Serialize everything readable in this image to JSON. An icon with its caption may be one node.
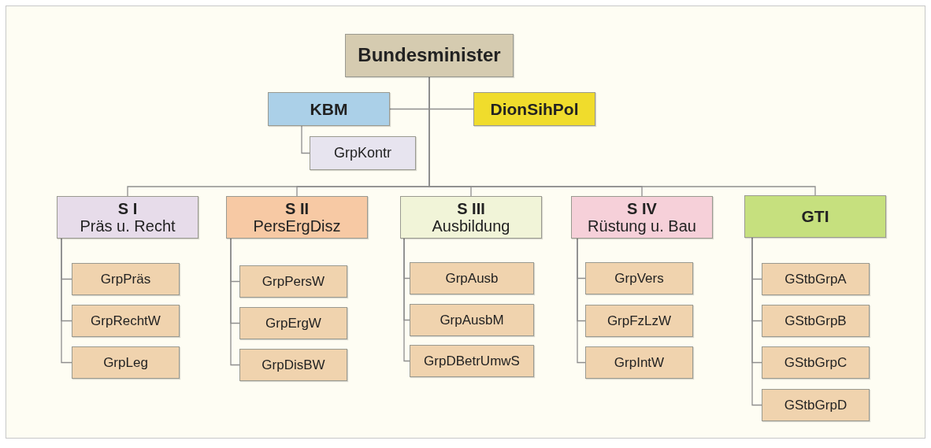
{
  "diagram": {
    "nodes": [
      {
        "text": [
          "Bundesminister"
        ]
      },
      {
        "text": [
          "KBM"
        ]
      },
      {
        "text": [
          "DionSihPol"
        ]
      },
      {
        "text": [
          "GrpKontr"
        ]
      },
      {
        "text": [
          "S I",
          "Präs u. Recht"
        ]
      },
      {
        "text": [
          "S II",
          "PersErgDisz"
        ]
      },
      {
        "text": [
          "S III",
          "Ausbildung"
        ]
      },
      {
        "text": [
          "S IV",
          "Rüstung u. Bau"
        ]
      },
      {
        "text": [
          "GTI"
        ]
      },
      {
        "text": [
          "GrpPräs"
        ]
      },
      {
        "text": [
          "GrpRechtW"
        ]
      },
      {
        "text": [
          "GrpLeg"
        ]
      },
      {
        "text": [
          "GrpPersW"
        ]
      },
      {
        "text": [
          "GrpErgW"
        ]
      },
      {
        "text": [
          "GrpDisBW"
        ]
      },
      {
        "text": [
          "GrpAusb"
        ]
      },
      {
        "text": [
          "GrpAusbM"
        ]
      },
      {
        "text": [
          "GrpDBetrUmwS"
        ]
      },
      {
        "text": [
          "GrpVers"
        ]
      },
      {
        "text": [
          "GrpFzLzW"
        ]
      },
      {
        "text": [
          "GrpIntW"
        ]
      },
      {
        "text": [
          "GStbGrpA"
        ]
      },
      {
        "text": [
          "GStbGrpB"
        ]
      },
      {
        "text": [
          "GStbGrpC"
        ]
      },
      {
        "text": [
          "GStbGrpD"
        ]
      }
    ],
    "edges": [
      {
        "from": 0,
        "to": 1,
        "arrow": "none"
      },
      {
        "from": 0,
        "to": 2,
        "arrow": "none"
      },
      {
        "from": 1,
        "to": 3,
        "arrow": "none"
      },
      {
        "from": 0,
        "to": 4,
        "arrow": "none"
      },
      {
        "from": 0,
        "to": 5,
        "arrow": "none"
      },
      {
        "from": 0,
        "to": 6,
        "arrow": "none"
      },
      {
        "from": 0,
        "to": 7,
        "arrow": "none"
      },
      {
        "from": 0,
        "to": 8,
        "arrow": "none"
      },
      {
        "from": 4,
        "to": 9,
        "arrow": "none"
      },
      {
        "from": 4,
        "to": 10,
        "arrow": "none"
      },
      {
        "from": 4,
        "to": 11,
        "arrow": "none"
      },
      {
        "from": 5,
        "to": 12,
        "arrow": "none"
      },
      {
        "from": 5,
        "to": 13,
        "arrow": "none"
      },
      {
        "from": 5,
        "to": 14,
        "arrow": "none"
      },
      {
        "from": 6,
        "to": 15,
        "arrow": "none"
      },
      {
        "from": 6,
        "to": 16,
        "arrow": "none"
      },
      {
        "from": 6,
        "to": 17,
        "arrow": "none"
      },
      {
        "from": 7,
        "to": 18,
        "arrow": "none"
      },
      {
        "from": 7,
        "to": 19,
        "arrow": "none"
      },
      {
        "from": 7,
        "to": 20,
        "arrow": "none"
      },
      {
        "from": 8,
        "to": 21,
        "arrow": "none"
      },
      {
        "from": 8,
        "to": 22,
        "arrow": "none"
      },
      {
        "from": 8,
        "to": 23,
        "arrow": "none"
      },
      {
        "from": 8,
        "to": 24,
        "arrow": "none"
      }
    ]
  }
}
